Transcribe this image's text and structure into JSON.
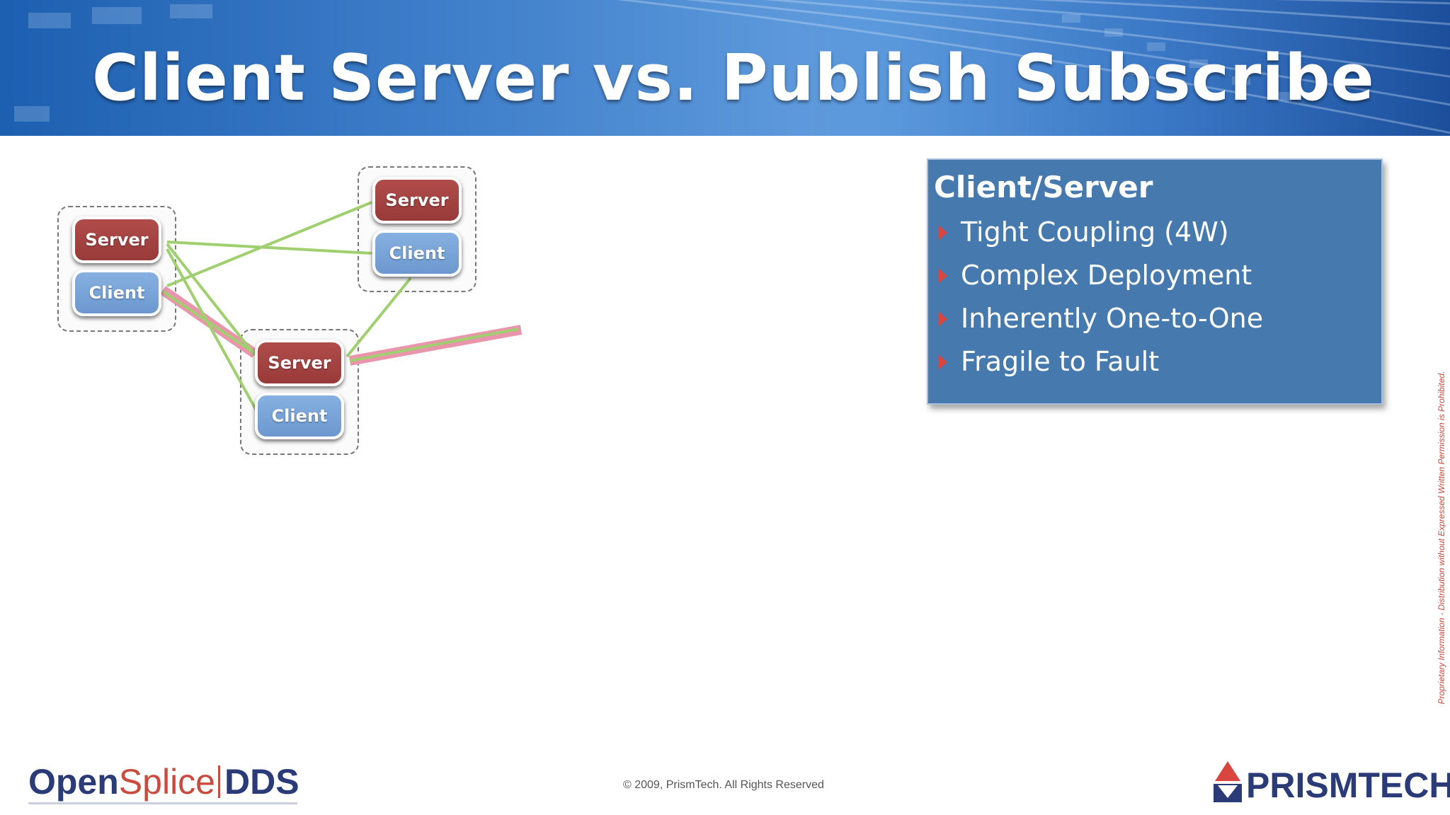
{
  "slide": {
    "title": "Client Server vs. Publish Subscribe"
  },
  "diagram": {
    "nodes": {
      "a_server": "Server",
      "a_client": "Client",
      "b_server": "Server",
      "b_client": "Client",
      "c_server": "Server",
      "c_client": "Client"
    },
    "colors": {
      "server": "#a94442",
      "client": "#7ba7dc",
      "link": "#9fcf6e",
      "highlight": "#e996ad"
    }
  },
  "panel": {
    "title": "Client/Server",
    "items": [
      "Tight Coupling (4W)",
      "Complex Deployment",
      "Inherently One-to-One",
      "Fragile to Fault"
    ],
    "bullet_icon": "triangle-right-icon",
    "background_color": "#4679ad"
  },
  "footer": {
    "side_note": "Proprietary Information - Distribution without Expressed Written Permission is Prohibited.",
    "copyright": "© 2009, PrismTech. All Rights Reserved",
    "logo_left": {
      "part1": "Open",
      "part2": "Splice",
      "part3": "DDS"
    },
    "logo_right": "PRISMTECH"
  }
}
